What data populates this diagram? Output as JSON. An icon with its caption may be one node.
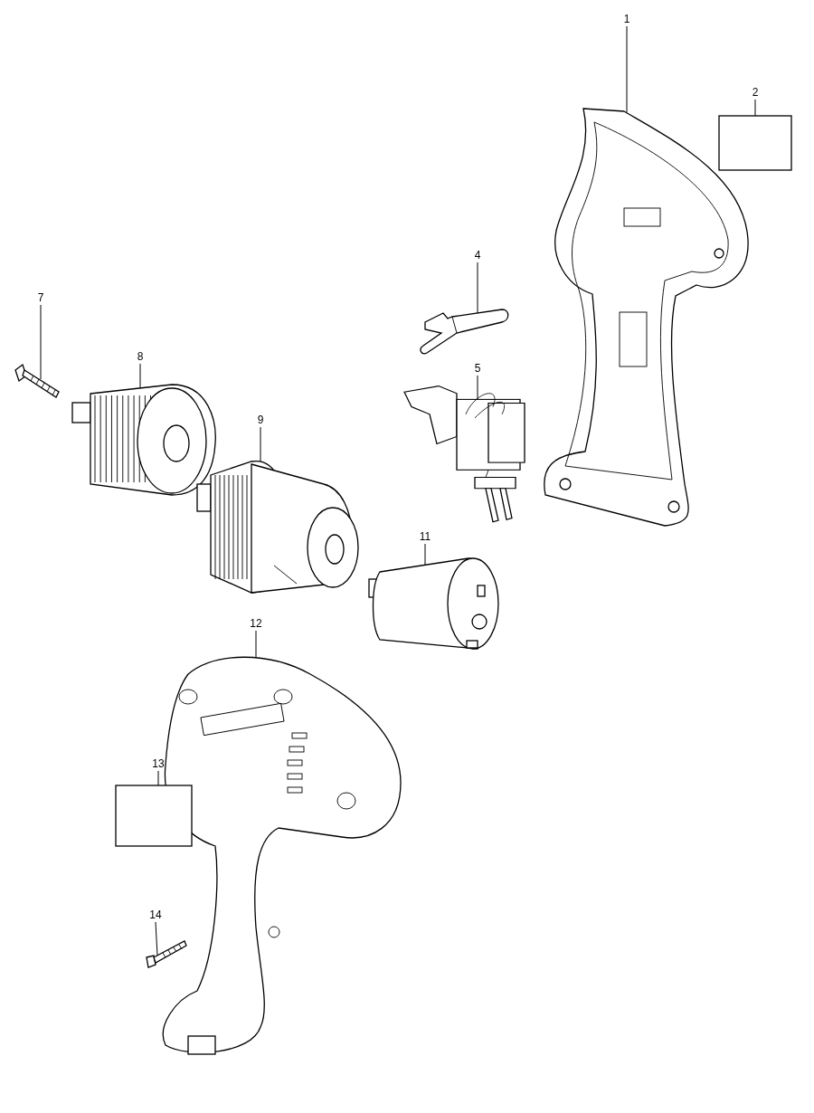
{
  "diagram": {
    "nodes": [
      {
        "text": [
          "1"
        ]
      },
      {
        "text": [],
        "shape": "picture"
      },
      {
        "text": [
          "2"
        ]
      },
      {
        "text": [],
        "shape": "box"
      },
      {
        "text": [
          "4"
        ]
      },
      {
        "text": [],
        "shape": "picture"
      },
      {
        "text": [
          "5"
        ]
      },
      {
        "text": [],
        "shape": "picture"
      },
      {
        "text": [
          "7"
        ]
      },
      {
        "text": [],
        "shape": "picture"
      },
      {
        "text": [
          "8"
        ]
      },
      {
        "text": [],
        "shape": "picture"
      },
      {
        "text": [
          "9"
        ]
      },
      {
        "text": [],
        "shape": "picture"
      },
      {
        "text": [
          "11"
        ]
      },
      {
        "text": [],
        "shape": "picture"
      },
      {
        "text": [
          "12"
        ]
      },
      {
        "text": [],
        "shape": "picture"
      },
      {
        "text": [
          "13"
        ]
      },
      {
        "text": [],
        "shape": "box"
      },
      {
        "text": [
          "14"
        ]
      },
      {
        "text": [],
        "shape": "picture"
      }
    ],
    "edges": [
      {
        "from": 0,
        "to": 1,
        "arrow": "none"
      },
      {
        "from": 2,
        "to": 3,
        "arrow": "none"
      },
      {
        "from": 4,
        "to": 5,
        "arrow": "none"
      },
      {
        "from": 6,
        "to": 7,
        "arrow": "none"
      },
      {
        "from": 8,
        "to": 9,
        "arrow": "none"
      },
      {
        "from": 10,
        "to": 11,
        "arrow": "none"
      },
      {
        "from": 12,
        "to": 13,
        "arrow": "none"
      },
      {
        "from": 14,
        "to": 15,
        "arrow": "none"
      },
      {
        "from": 16,
        "to": 17,
        "arrow": "none"
      },
      {
        "from": 18,
        "to": 19,
        "arrow": "none"
      },
      {
        "from": 20,
        "to": 21,
        "arrow": "none"
      }
    ]
  }
}
